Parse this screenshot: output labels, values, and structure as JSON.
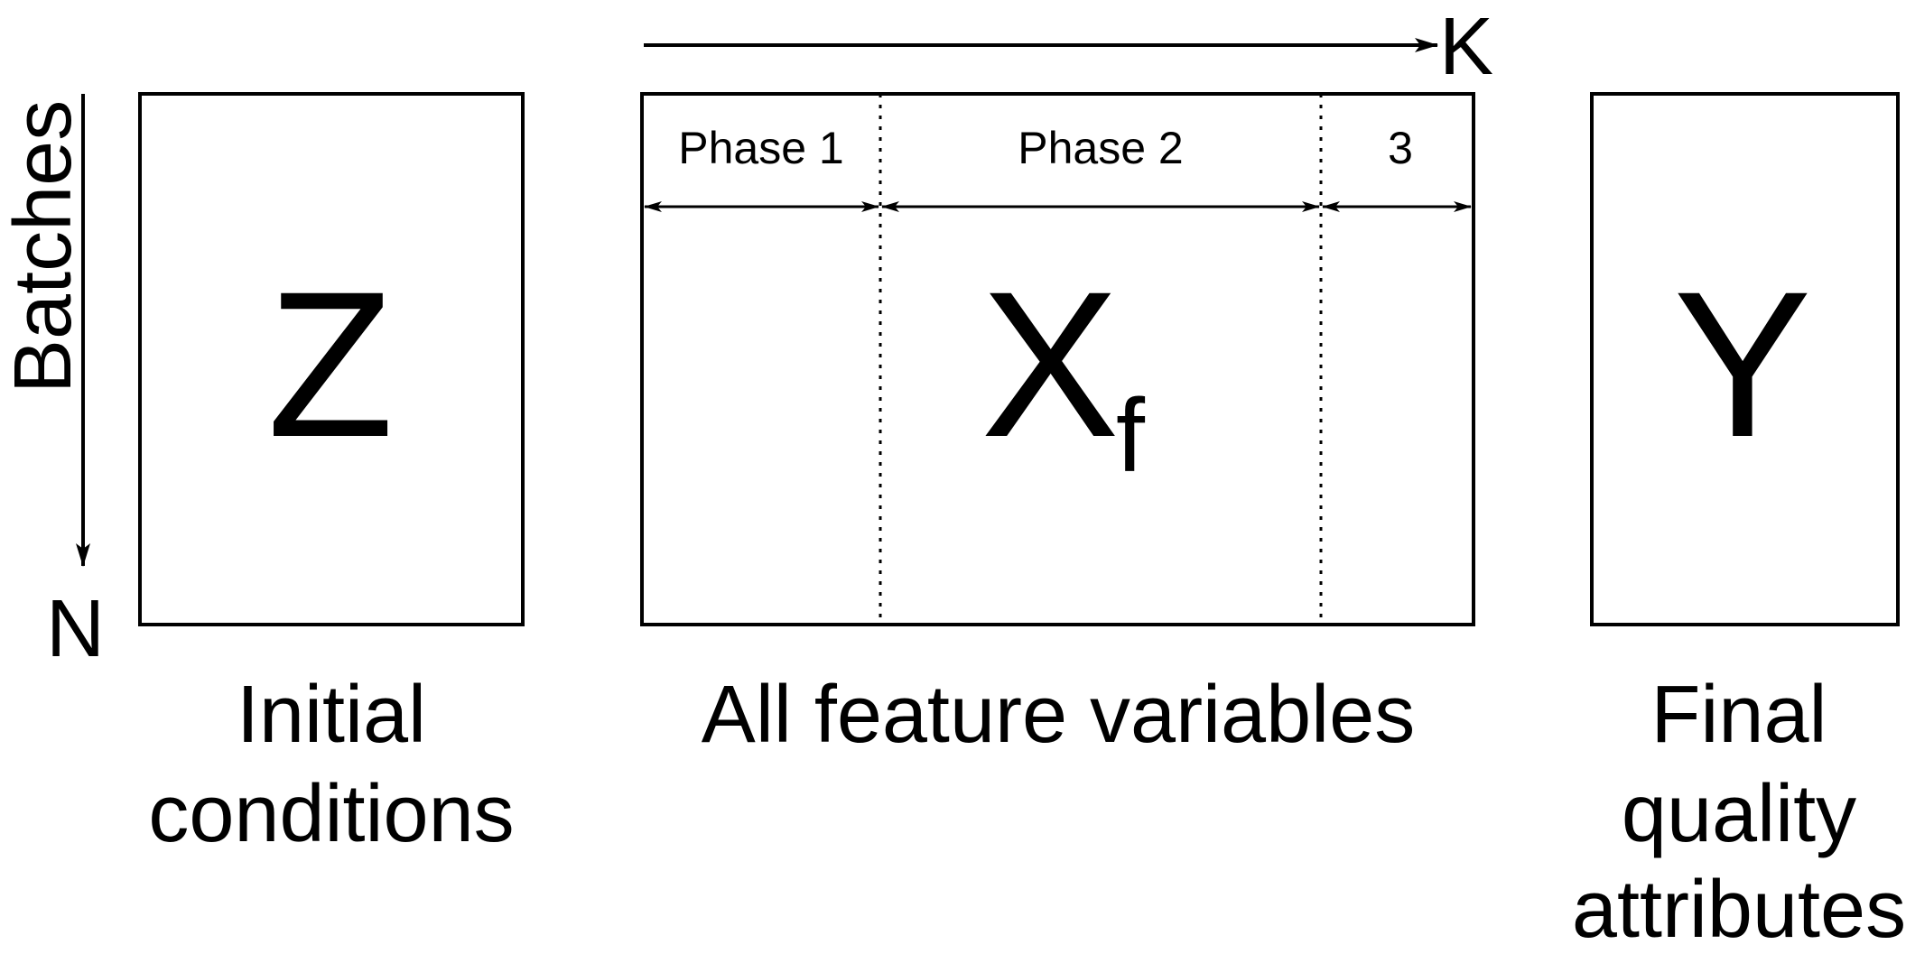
{
  "axes": {
    "horizontal_label": "K",
    "vertical_label": "N",
    "vertical_title": "Batches"
  },
  "matrices": {
    "z": {
      "symbol": "Z",
      "caption_lines": [
        "Initial",
        "conditions"
      ]
    },
    "x": {
      "symbol": "X",
      "subscript": "f",
      "caption": "All feature variables"
    },
    "y": {
      "symbol": "Y",
      "caption_lines": [
        "Final",
        "quality",
        "attributes"
      ]
    }
  },
  "phases": [
    {
      "label": "Phase 1"
    },
    {
      "label": "Phase 2"
    },
    {
      "label": "3"
    }
  ]
}
